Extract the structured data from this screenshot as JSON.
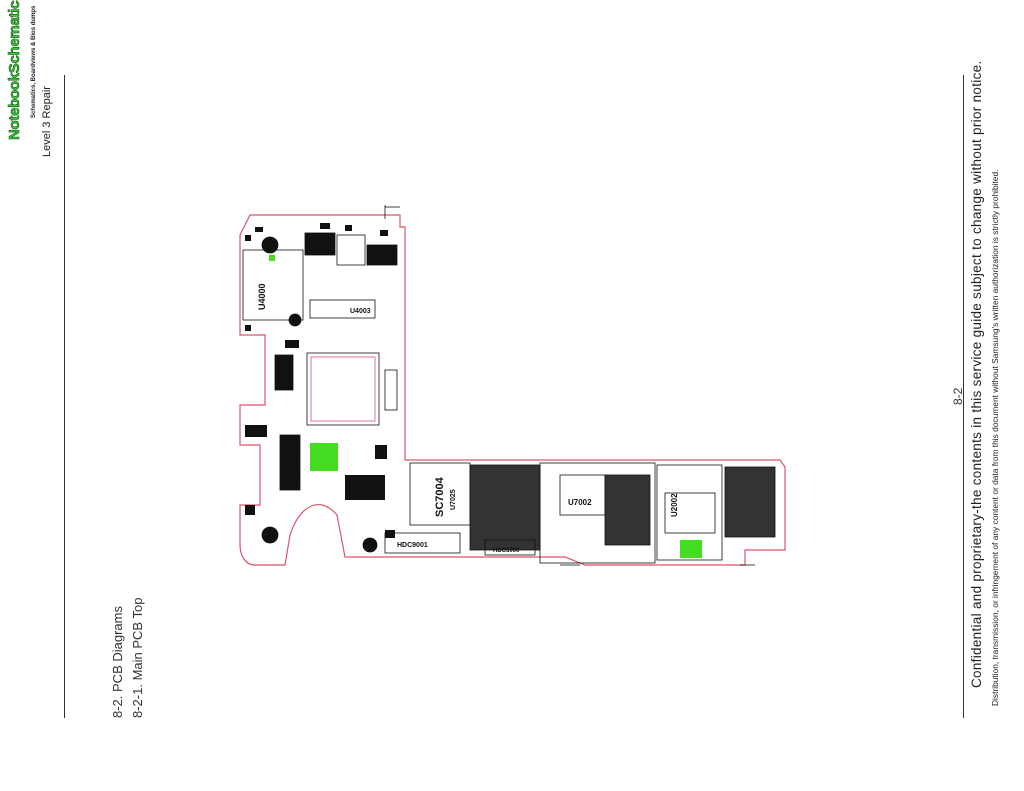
{
  "header": {
    "watermark_logo": "NotebookSchematics.com",
    "watermark_tagline": "Schematics, Boardviews & Bios dumps",
    "section": "Level 3 Repair"
  },
  "headings": {
    "chapter": "8-2.  PCB Diagrams",
    "sub": "8-2-1. Main PCB Top"
  },
  "footer": {
    "page_number": "8-2",
    "confidential": "Confidential and proprietary-the contents in this service guide subject to change without prior notice.",
    "distribution": "Distribution, transmission, or infringement of any content or data from this document without Samsung's written authorization is strictly prohibited."
  },
  "pcb": {
    "labels": {
      "u4000": "U4000",
      "u4003": "U4003",
      "hdc9000": "HDC9000",
      "hdc9001": "HDC9001",
      "u7002": "U7002",
      "u7025": "U7025",
      "sc7004": "SC7004",
      "u2002": "U2002",
      "hdc5000": "HDC5000"
    },
    "colors": {
      "outline": "#d9556b",
      "highlight": "#44dd22",
      "component": "#111111"
    }
  }
}
